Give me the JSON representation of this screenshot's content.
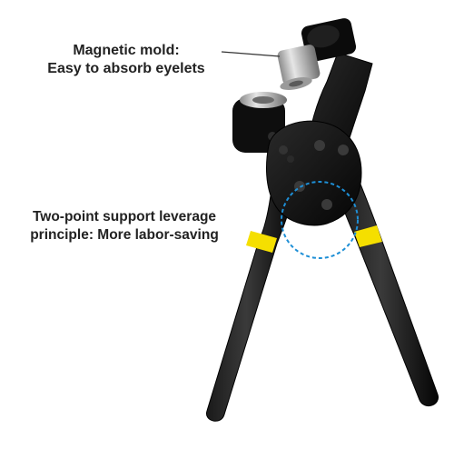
{
  "callouts": {
    "magnetic_mold": {
      "line1": "Magnetic mold:",
      "line2": "Easy to absorb eyelets"
    },
    "leverage": {
      "line1": "Two-point support leverage",
      "line2": "principle: More labor-saving"
    }
  },
  "colors": {
    "tool_body": "#0d0d0d",
    "grip_band": "#f5df00",
    "dashed_circle": "#1e8fd6",
    "die_metal": "#b9b9b9",
    "label_text": "#222222"
  },
  "illustration": {
    "subject": "eyelet-punch-plier-tool"
  }
}
